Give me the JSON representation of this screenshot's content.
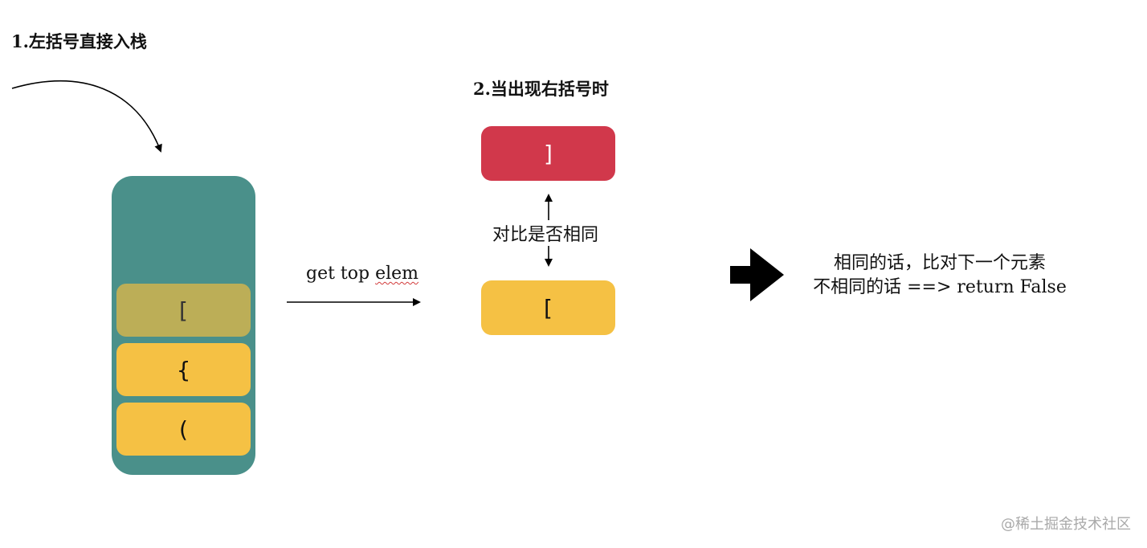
{
  "steps": {
    "step1": "1.左括号直接入栈",
    "step2": "2.当出现右括号时"
  },
  "stack": {
    "items": [
      "[",
      "{",
      "("
    ]
  },
  "arrow_label": {
    "prefix": "get top ",
    "underlined": "elem"
  },
  "compare": {
    "incoming": "]",
    "top": "[",
    "label": "对比是否相同"
  },
  "result": {
    "line1": "相同的话，比对下一个元素",
    "line2": "不相同的话 ==> return False"
  },
  "watermark": "@稀土掘金技术社区",
  "colors": {
    "stack_bg": "#4a908a",
    "stack_top_item": "#bcae57",
    "stack_item": "#f5c144",
    "incoming_box": "#d1384b",
    "top_box": "#f5c144",
    "arrow": "#000000"
  }
}
